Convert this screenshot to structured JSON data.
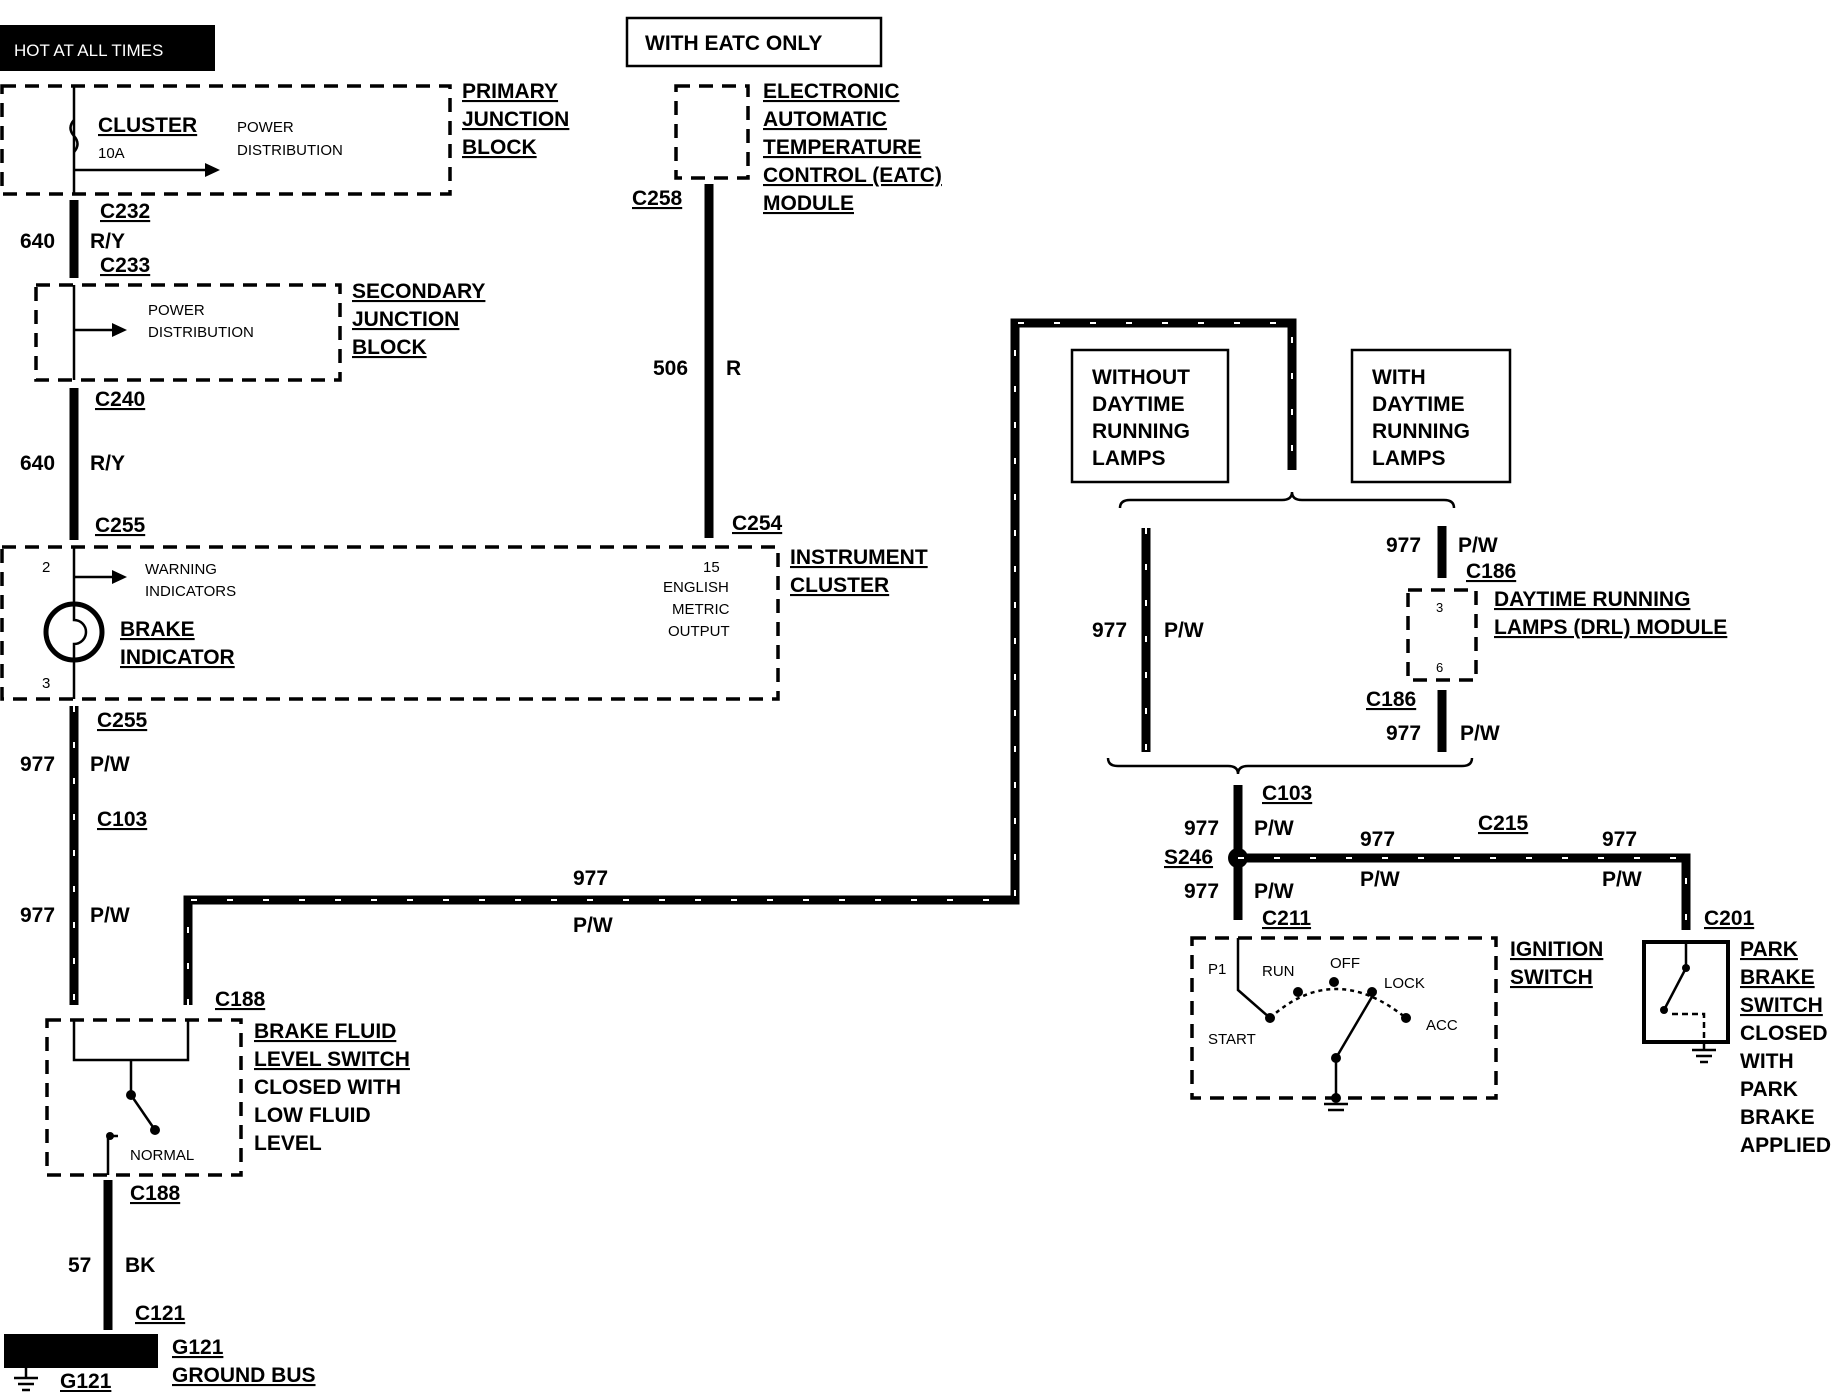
{
  "hot_label": "HOT AT ALL TIMES",
  "eatc_label": "WITH EATC ONLY",
  "primary_jb": [
    "PRIMARY",
    "JUNCTION",
    "BLOCK"
  ],
  "cluster_fuse": {
    "name": "CLUSTER",
    "rating": "10A",
    "power_dist": [
      "POWER",
      "DISTRIBUTION"
    ]
  },
  "eatc_module": [
    "ELECTRONIC",
    "AUTOMATIC",
    "TEMPERATURE",
    "CONTROL (EATC)",
    "MODULE"
  ],
  "secondary_jb": [
    "SECONDARY",
    "JUNCTION",
    "BLOCK"
  ],
  "sec_power_dist": [
    "POWER",
    "DISTRIBUTION"
  ],
  "instrument_cluster": [
    "INSTRUMENT",
    "CLUSTER"
  ],
  "warning_indicators": [
    "WARNING",
    "INDICATORS"
  ],
  "brake_indicator": [
    "BRAKE",
    "INDICATOR"
  ],
  "pin2": "2",
  "pin3": "3",
  "pin15": "15",
  "english_metric": [
    "ENGLISH",
    "METRIC",
    "OUTPUT"
  ],
  "without_drl": [
    "WITHOUT",
    "DAYTIME",
    "RUNNING",
    "LAMPS"
  ],
  "with_drl": [
    "WITH",
    "DAYTIME",
    "RUNNING",
    "LAMPS"
  ],
  "drl_module": [
    "DAYTIME RUNNING",
    "LAMPS (DRL) MODULE"
  ],
  "drl_pin3": "3",
  "drl_pin6": "6",
  "brake_fluid_switch": [
    "BRAKE FLUID",
    "LEVEL SWITCH"
  ],
  "brake_fluid_desc": [
    "CLOSED WITH",
    "LOW FLUID",
    "LEVEL"
  ],
  "normal_label": "NORMAL",
  "ignition_switch": [
    "IGNITION",
    "SWITCH"
  ],
  "ign_positions": {
    "p1": "P1",
    "run": "RUN",
    "off": "OFF",
    "lock": "LOCK",
    "start": "START",
    "acc": "ACC"
  },
  "park_brake_switch": [
    "PARK",
    "BRAKE",
    "SWITCH"
  ],
  "park_brake_desc": [
    "CLOSED",
    "WITH",
    "PARK",
    "BRAKE",
    "APPLIED"
  ],
  "ground": {
    "g121a": "G121",
    "g121b": "G121",
    "bus": "GROUND BUS"
  },
  "connectors": {
    "c232": "C232",
    "c233": "C233",
    "c240": "C240",
    "c255a": "C255",
    "c255b": "C255",
    "c103a": "C103",
    "c188a": "C188",
    "c188b": "C188",
    "c121": "C121",
    "c258": "C258",
    "c254": "C254",
    "c186a": "C186",
    "c186b": "C186",
    "c103b": "C103",
    "s246": "S246",
    "c215": "C215",
    "c211": "C211",
    "c201": "C201"
  },
  "wires": {
    "w640a": "640",
    "w640a_c": "R/Y",
    "w640b": "640",
    "w640b_c": "R/Y",
    "w506": "506",
    "w506_c": "R",
    "w977a": "977",
    "w977a_c": "P/W",
    "w977b": "977",
    "w977b_c": "P/W",
    "w977c": "977",
    "w977c_c": "P/W",
    "w57": "57",
    "w57_c": "BK",
    "w977d": "977",
    "w977d_c": "P/W",
    "w977e": "977",
    "w977e_c": "P/W",
    "w977f": "977",
    "w977f_c": "P/W",
    "w977g": "977",
    "w977g_c": "P/W",
    "w977h": "977",
    "w977h_c": "P/W",
    "w977i": "977",
    "w977i_c": "P/W",
    "w977j": "977",
    "w977j_c": "P/W"
  }
}
